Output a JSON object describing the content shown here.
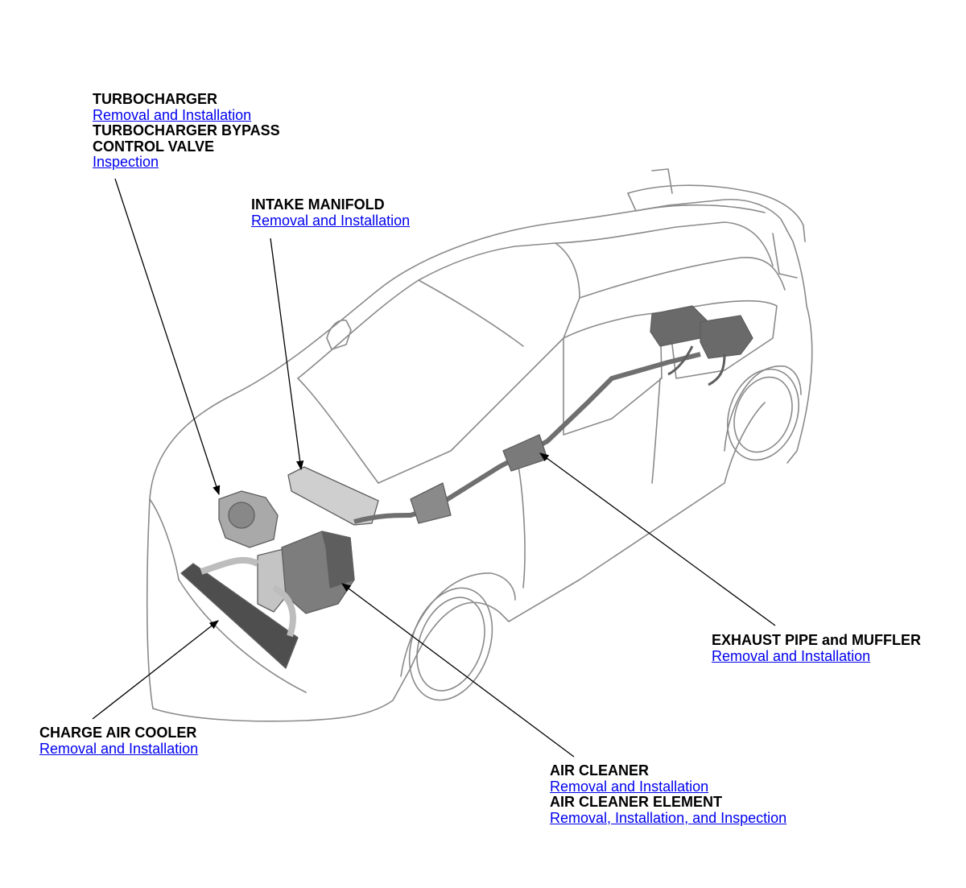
{
  "callouts": {
    "turbocharger": {
      "title": "TURBOCHARGER",
      "link": "Removal and Installation",
      "title2_line1": "TURBOCHARGER BYPASS",
      "title2_line2": "CONTROL VALVE",
      "link2": "Inspection"
    },
    "intake_manifold": {
      "title": "INTAKE MANIFOLD",
      "link": "Removal and Installation"
    },
    "exhaust": {
      "title": "EXHAUST PIPE and MUFFLER",
      "link": "Removal and Installation"
    },
    "charge_air_cooler": {
      "title": "CHARGE AIR COOLER",
      "link": "Removal and Installation"
    },
    "air_cleaner": {
      "title": "AIR CLEANER",
      "link": "Removal and Installation",
      "title2": "AIR CLEANER ELEMENT",
      "link2": "Removal, Installation, and Inspection"
    }
  },
  "colors": {
    "link": "#0000ee",
    "label": "#000000",
    "car_outline": "#8a8a8a",
    "components": "#6f6f6f"
  }
}
